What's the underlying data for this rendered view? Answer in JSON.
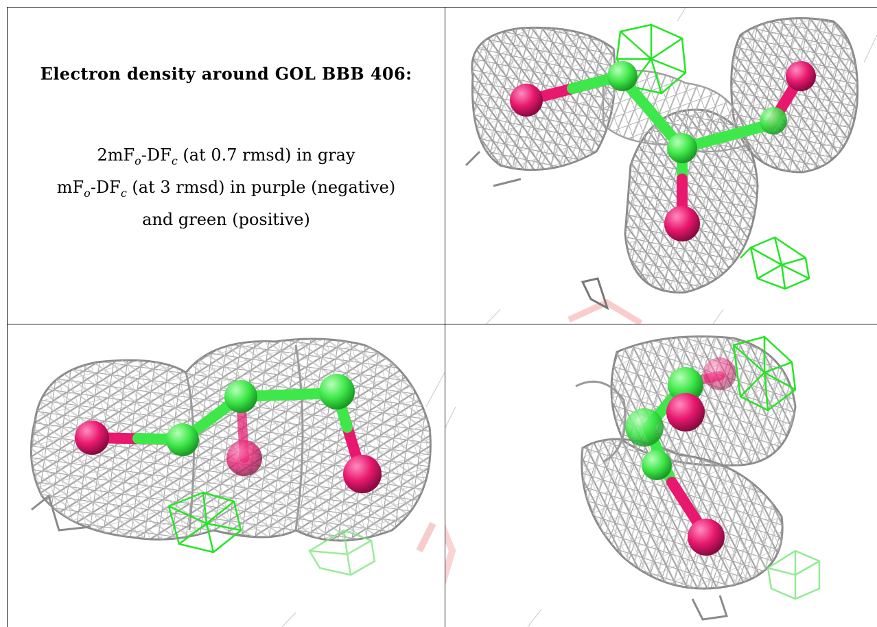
{
  "title": "Electron density around GOL BBB 406:",
  "legend": {
    "line1_pre": "2mF",
    "line1_sub1": "o",
    "line1_mid": "-DF",
    "line1_sub2": "c",
    "line1_post": " (at 0.7 rmsd) in gray",
    "line2_pre": "mF",
    "line2_sub1": "o",
    "line2_mid": "-DF",
    "line2_sub2": "c",
    "line2_post": " (at 3 rmsd) in purple (negative)",
    "line3": "and green (positive)"
  },
  "colors": {
    "mesh_2fofc": "#a9a9a9",
    "mesh_fofc_positive": "#22e622",
    "carbon": "#3fe84a",
    "oxygen": "#e8186e",
    "watermark": "#f07070"
  },
  "views": [
    "view-top-right",
    "view-bottom-left",
    "view-bottom-right"
  ]
}
